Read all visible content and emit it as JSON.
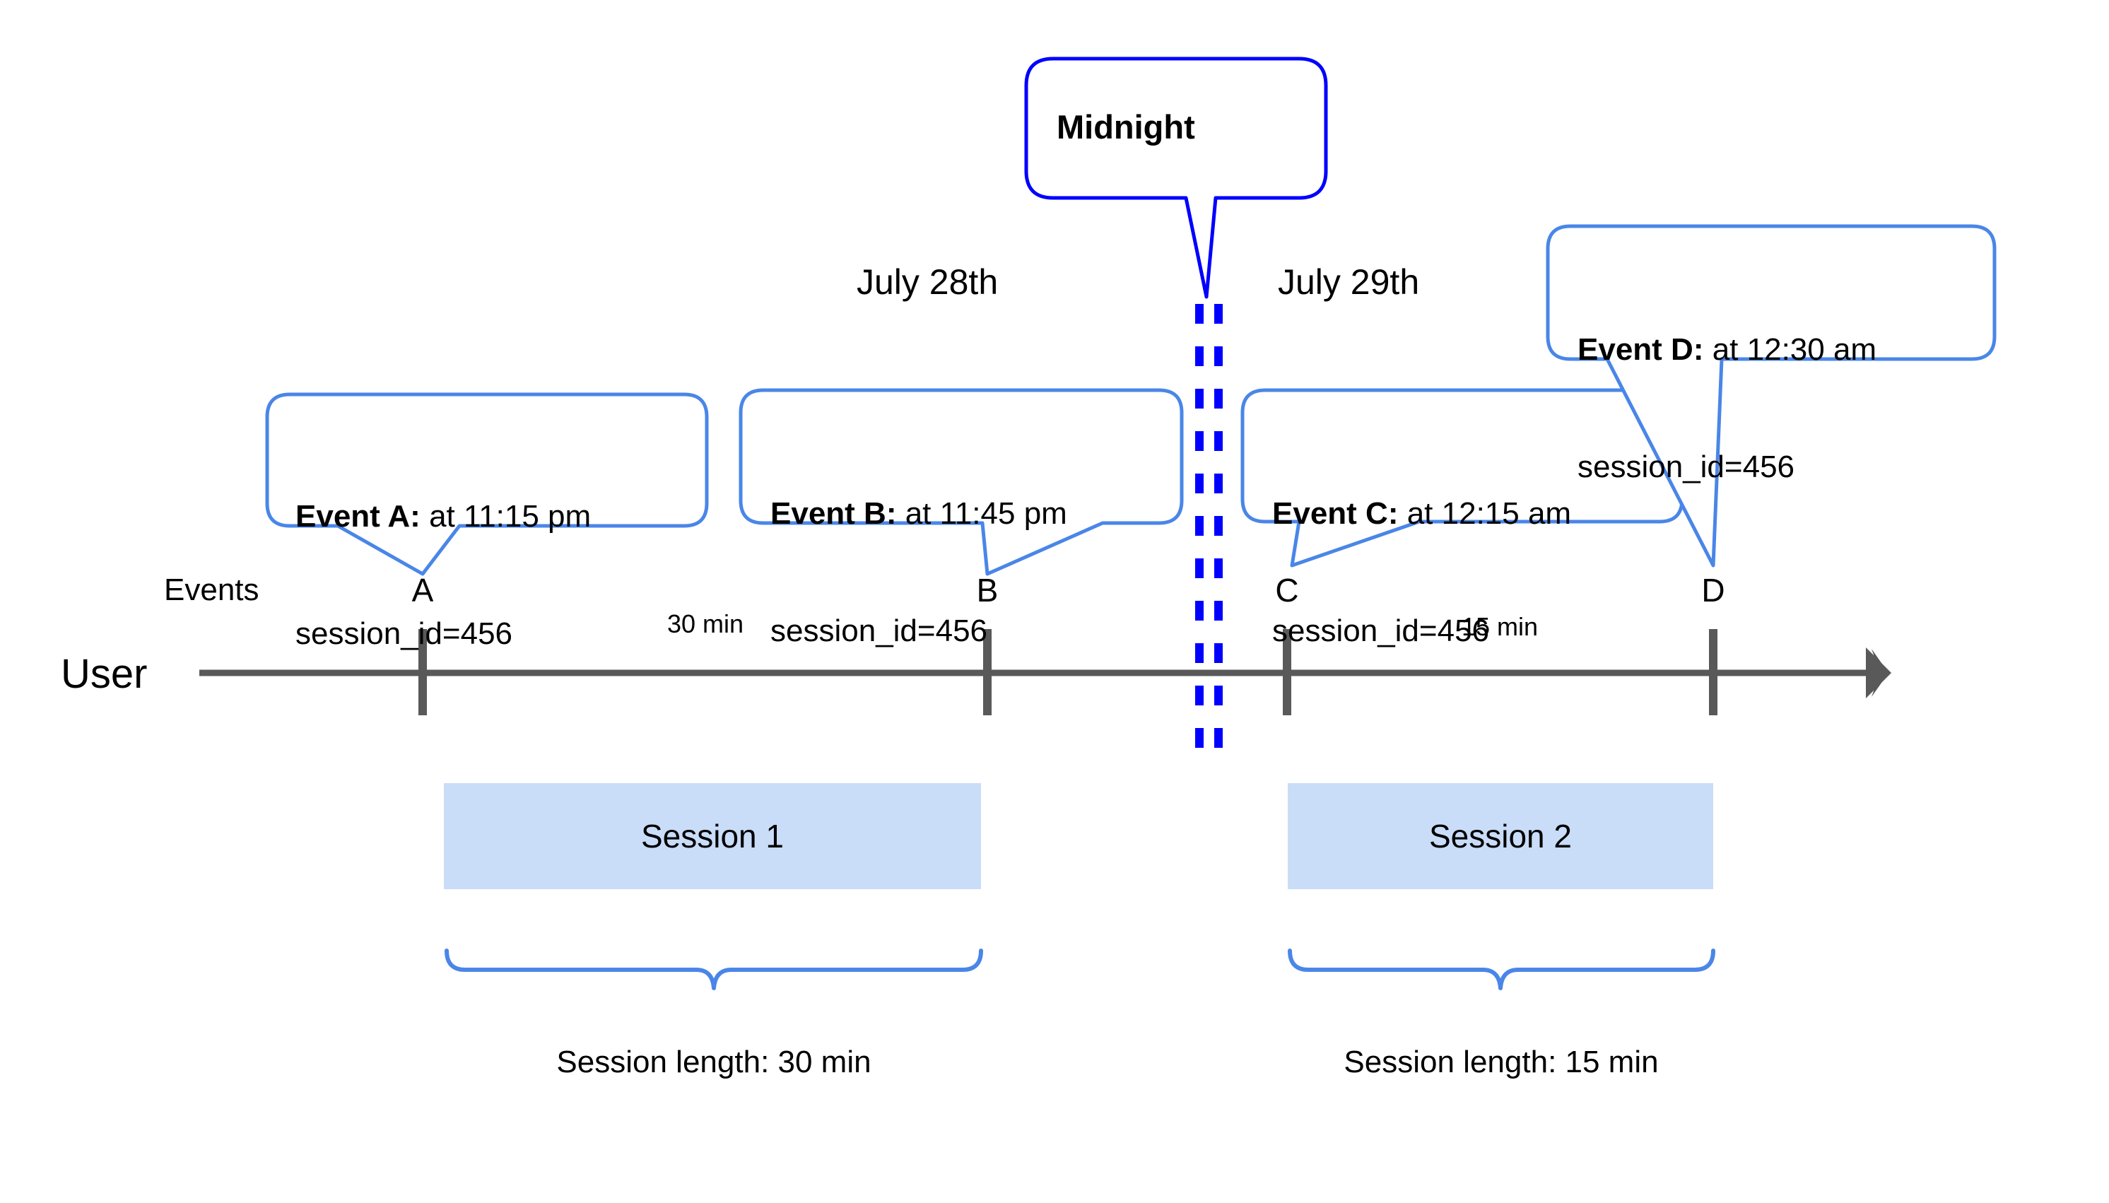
{
  "diagram": {
    "title_callout": {
      "label": "Midnight"
    },
    "dates": [
      {
        "label": "July 28th"
      },
      {
        "label": "July 29th"
      }
    ],
    "lanes": {
      "events_label": "Events",
      "user_label": "User"
    },
    "events": [
      {
        "tick_label": "A",
        "callout_bold": "Event A:",
        "callout_rest": " at 11:15 pm",
        "callout_line2": "session_id=456"
      },
      {
        "tick_label": "B",
        "callout_bold": "Event B:",
        "callout_rest": " at 11:45 pm",
        "callout_line2": "session_id=456"
      },
      {
        "tick_label": "C",
        "callout_bold": "Event C:",
        "callout_rest": " at 12:15 am",
        "callout_line2": "session_id=456"
      },
      {
        "tick_label": "D",
        "callout_bold": "Event D:",
        "callout_rest": " at 12:30 am",
        "callout_line2": "session_id=456"
      }
    ],
    "gaps": [
      {
        "label": "30 min"
      },
      {
        "label": "15 min"
      }
    ],
    "sessions": [
      {
        "name": "Session 1",
        "length_label": "Session length: 30 min"
      },
      {
        "name": "Session 2",
        "length_label": "Session length: 15 min"
      }
    ],
    "colors": {
      "callout_border": "#4a86e8",
      "midnight_border": "#0000ff",
      "midnight_dashes": "#0000ff",
      "axis": "#595959",
      "session_fill": "#c9dcf8",
      "brace": "#4a86e8",
      "text": "#000000",
      "background": "#ffffff"
    }
  }
}
